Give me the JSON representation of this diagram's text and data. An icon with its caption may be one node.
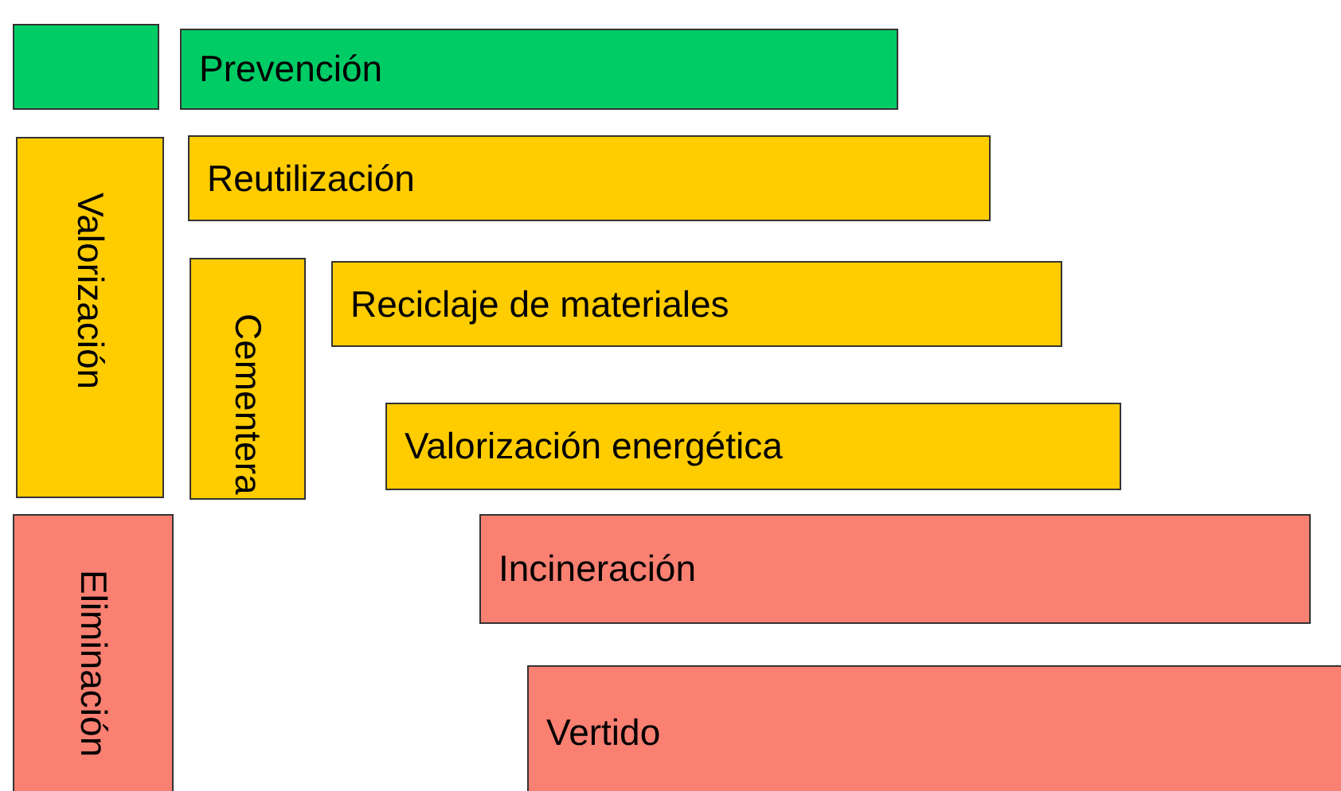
{
  "diagram": {
    "nodes": [
      {
        "text": [],
        "shape": "box"
      },
      {
        "text": [
          "Prevención"
        ]
      },
      {
        "text": [
          "Valorización"
        ]
      },
      {
        "text": [
          "Reutilización"
        ]
      },
      {
        "text": [
          "Cementera"
        ]
      },
      {
        "text": [
          "Reciclaje de materiales"
        ]
      },
      {
        "text": [
          "Valorización energética"
        ]
      },
      {
        "text": [
          "Eliminación"
        ]
      },
      {
        "text": [
          "Incineración"
        ]
      },
      {
        "text": [
          "Vertido"
        ]
      }
    ]
  }
}
